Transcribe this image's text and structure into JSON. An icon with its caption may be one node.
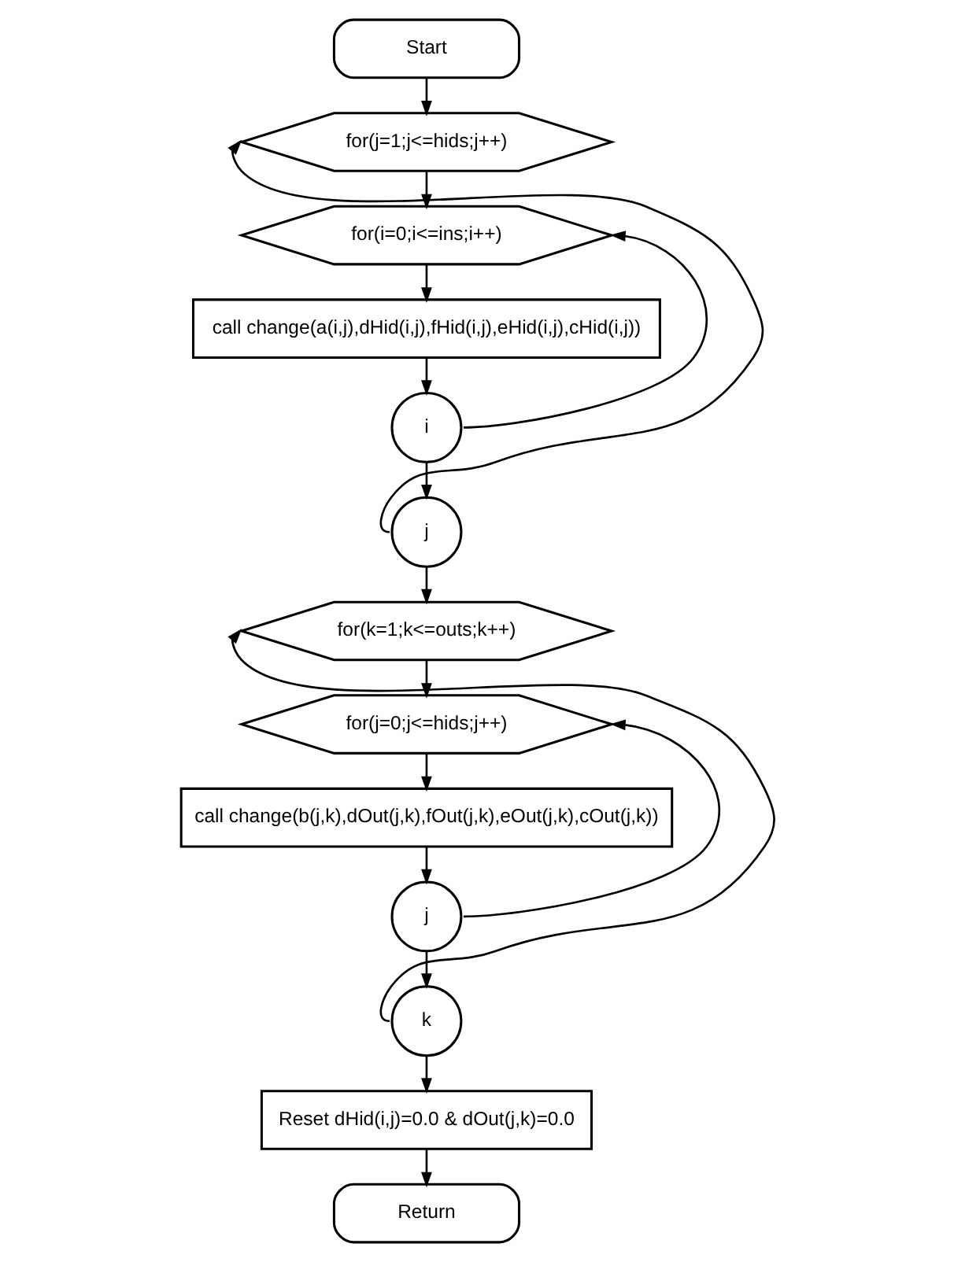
{
  "diagram": {
    "nodes": [
      {
        "text": [
          "Start"
        ]
      },
      {
        "text": [
          "for(j=1;j<=hids;j++)"
        ]
      },
      {
        "text": [
          "for(i=0;i<=ins;i++)"
        ]
      },
      {
        "text": [
          "call change(a(i,j),dHid(i,j),fHid(i,j),eHid(i,j),cHid(i,j))"
        ]
      },
      {
        "text": [
          "i"
        ]
      },
      {
        "text": [
          "j"
        ]
      },
      {
        "text": [
          "for(k=1;k<=outs;k++)"
        ]
      },
      {
        "text": [
          "for(j=0;j<=hids;j++)"
        ]
      },
      {
        "text": [
          "call change(b(j,k),dOut(j,k),fOut(j,k),eOut(j,k),cOut(j,k))"
        ]
      },
      {
        "text": [
          "j"
        ]
      },
      {
        "text": [
          "k"
        ]
      },
      {
        "text": [
          "Reset dHid(i,j)=0.0 & dOut(j,k)=0.0"
        ]
      },
      {
        "text": [
          "Return"
        ]
      }
    ],
    "edges": [
      {
        "from": 0,
        "to": 1,
        "arrow": "to"
      },
      {
        "from": 1,
        "to": 2,
        "arrow": "to"
      },
      {
        "from": 2,
        "to": 3,
        "arrow": "to"
      },
      {
        "from": 3,
        "to": 4,
        "arrow": "to"
      },
      {
        "from": 4,
        "to": 5,
        "arrow": "to"
      },
      {
        "from": 4,
        "to": 2,
        "arrow": "to"
      },
      {
        "from": 5,
        "to": 1,
        "arrow": "to"
      },
      {
        "from": 5,
        "to": 6,
        "arrow": "to"
      },
      {
        "from": 6,
        "to": 7,
        "arrow": "to"
      },
      {
        "from": 7,
        "to": 8,
        "arrow": "to"
      },
      {
        "from": 8,
        "to": 9,
        "arrow": "to"
      },
      {
        "from": 9,
        "to": 7,
        "arrow": "to"
      },
      {
        "from": 9,
        "to": 10,
        "arrow": "to"
      },
      {
        "from": 10,
        "to": 6,
        "arrow": "to"
      },
      {
        "from": 10,
        "to": 11,
        "arrow": "to"
      },
      {
        "from": 11,
        "to": 12,
        "arrow": "to"
      }
    ]
  }
}
